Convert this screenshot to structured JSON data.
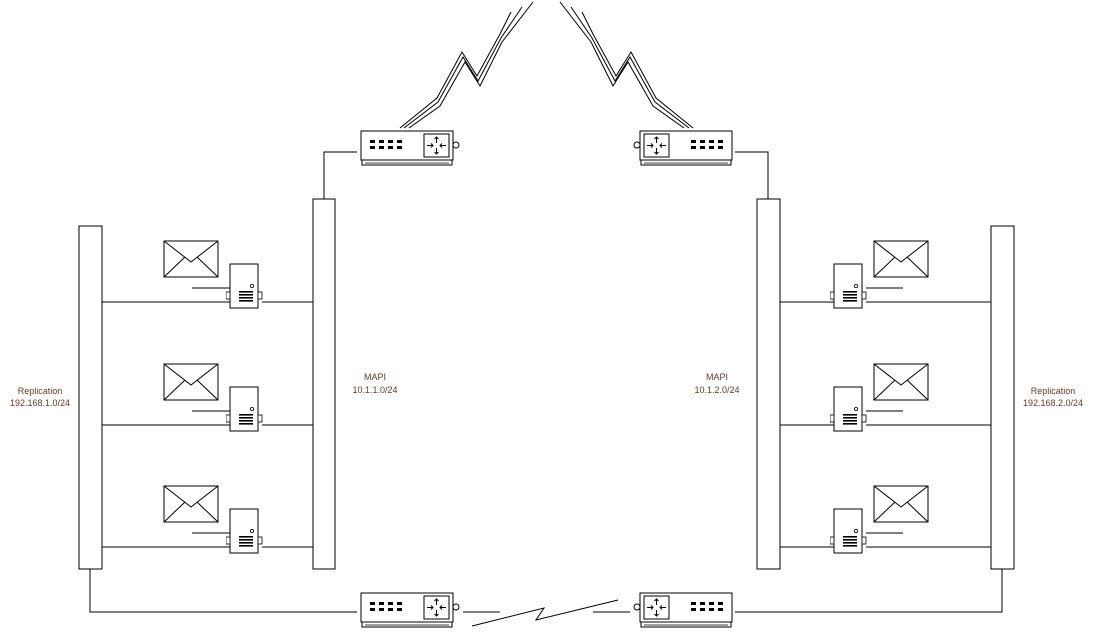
{
  "diagram": {
    "networks": {
      "replication_left": {
        "name": "Replication",
        "subnet": "192.168.1.0/24"
      },
      "mapi_left": {
        "name": "MAPI",
        "subnet": "10.1.1.0/24"
      },
      "mapi_right": {
        "name": "MAPI",
        "subnet": "10.1.2.0/24"
      },
      "replication_right": {
        "name": "Replication",
        "subnet": "192.168.2.0/24"
      }
    },
    "icons": {
      "router": "router-icon",
      "mail_server": "mail-server-icon",
      "envelope": "envelope-icon",
      "wan_link": "lightning-link-icon",
      "network_segment": "network-backbone-bar"
    },
    "colors": {
      "stroke": "#000000",
      "label_text": "#6b3a1f",
      "background": "#ffffff"
    }
  }
}
